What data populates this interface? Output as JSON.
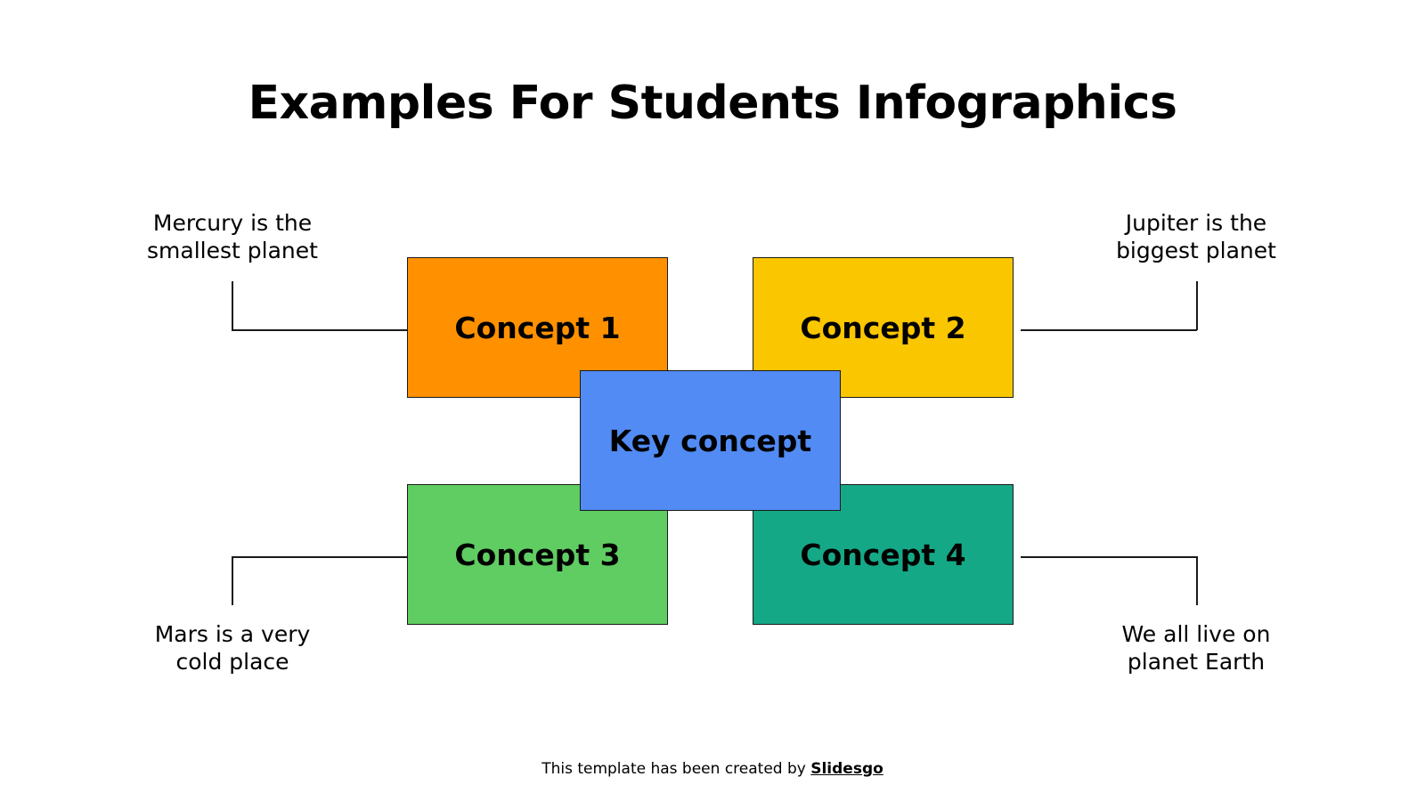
{
  "slide": {
    "title": "Examples For Students Infographics"
  },
  "concepts": [
    {
      "label": "Concept 1",
      "color": "#FF9100",
      "description": "Mercury is the\nsmallest planet"
    },
    {
      "label": "Concept 2",
      "color": "#FAC600",
      "description": "Jupiter is the\nbiggest planet"
    },
    {
      "label": "Concept 3",
      "color": "#60CD62",
      "description": "Mars is a very\ncold place"
    },
    {
      "label": "Concept 4",
      "color": "#15A887",
      "description": "We all live on\nplanet Earth"
    }
  ],
  "key_concept": {
    "label": "Key concept",
    "color": "#518BF3"
  },
  "labels": {
    "c1_line1": "Mercury is the",
    "c1_line2": "smallest planet",
    "c2_line1": "Jupiter is the",
    "c2_line2": "biggest planet",
    "c3_line1": "Mars is a very",
    "c3_line2": "cold place",
    "c4_line1": "We all live on",
    "c4_line2": "planet Earth"
  },
  "footer": {
    "text": "This template has been created by ",
    "brand": "Slidesgo"
  }
}
